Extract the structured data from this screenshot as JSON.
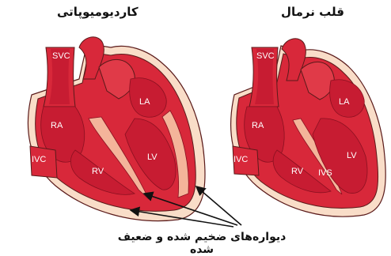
{
  "titles": {
    "cardiomyopathy": "کاردیومیوپاتی",
    "normal": "قلب نرمال"
  },
  "caption": "دیواره‌های ضخیم شده و ضعیف شده",
  "labels": {
    "svc": "SVC",
    "ra": "RA",
    "la": "LA",
    "ivc": "IVC",
    "rv": "RV",
    "lv": "LV",
    "ivs": "IVS"
  },
  "colors": {
    "myocardium": "#d8283a",
    "chamber": "#c71c32",
    "wall_light": "#f4b49a",
    "pericardium": "#f9ddc8",
    "outline": "#5a1a1a"
  }
}
